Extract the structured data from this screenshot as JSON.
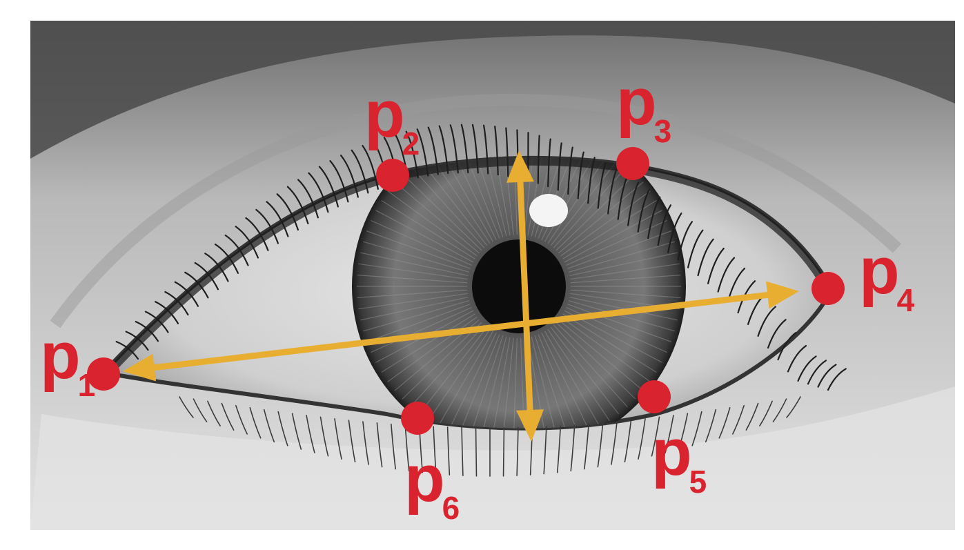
{
  "colors": {
    "background": "#ffffff",
    "landmark": "#d9232e",
    "arrow": "#e8ae32",
    "photo_dark": "#2a2a2a",
    "photo_mid": "#8a8a8a",
    "photo_light": "#d8d8d8"
  },
  "landmarks": [
    {
      "id": "p1",
      "letter": "p",
      "index": "1"
    },
    {
      "id": "p2",
      "letter": "p",
      "index": "2"
    },
    {
      "id": "p3",
      "letter": "p",
      "index": "3"
    },
    {
      "id": "p4",
      "letter": "p",
      "index": "4"
    },
    {
      "id": "p5",
      "letter": "p",
      "index": "5"
    },
    {
      "id": "p6",
      "letter": "p",
      "index": "6"
    }
  ],
  "arrows": [
    {
      "id": "horizontal-eye-width",
      "from": "p1",
      "to": "p4"
    },
    {
      "id": "vertical-eye-height",
      "from": "top",
      "to": "bottom"
    }
  ]
}
